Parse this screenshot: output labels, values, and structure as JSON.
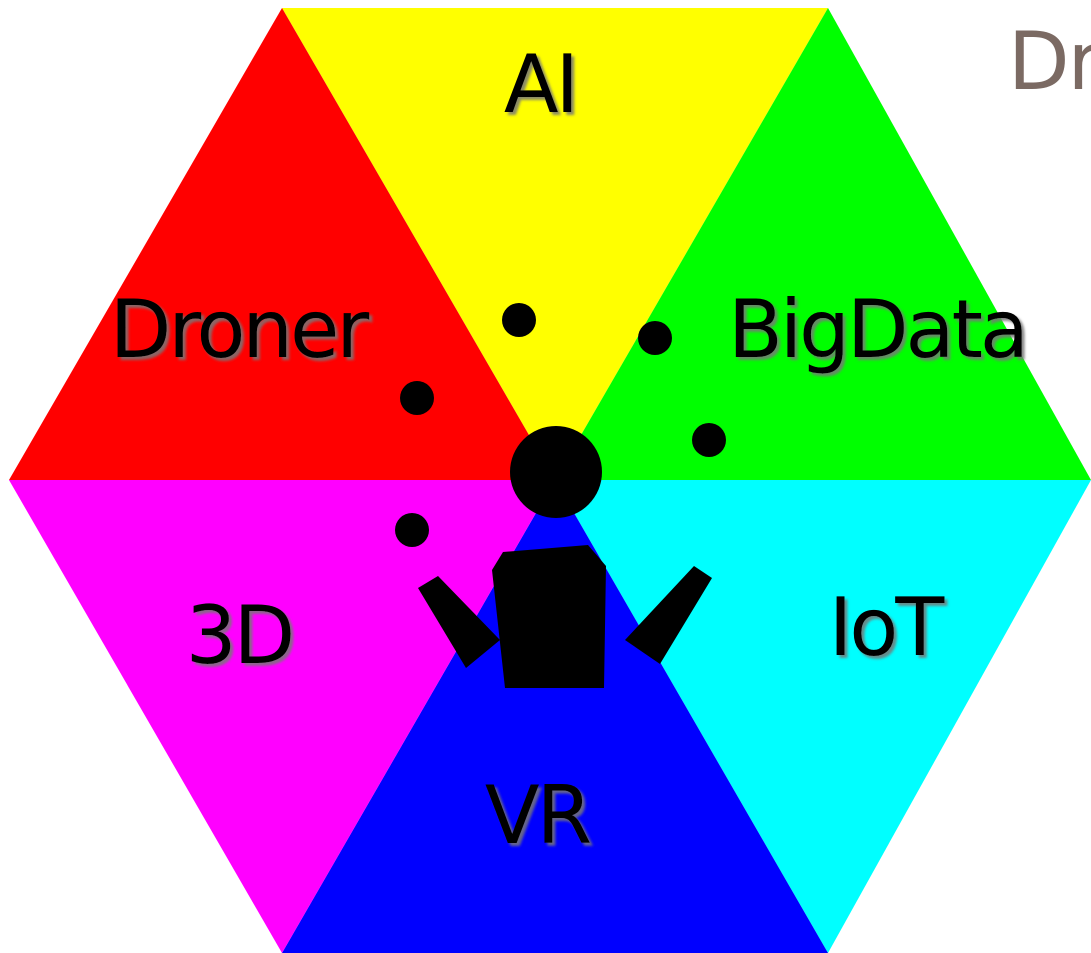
{
  "heading": {
    "text": "Dr",
    "color": "#7b6a63"
  },
  "diagram": {
    "segments": [
      {
        "id": "ai",
        "label": "AI",
        "color": "#ffff00"
      },
      {
        "id": "bigdata",
        "label": "BigData",
        "color": "#00ff00"
      },
      {
        "id": "iot",
        "label": "IoT",
        "color": "#00ffff"
      },
      {
        "id": "vr",
        "label": "VR",
        "color": "#0000ff"
      },
      {
        "id": "3d",
        "label": "3D",
        "color": "#ff00ff"
      },
      {
        "id": "droner",
        "label": "Droner",
        "color": "#ff0000"
      }
    ],
    "center_icon": "person-shrugging-icon",
    "thought_dots_count": 5,
    "text_color": "#000000",
    "text_shadow_color": "#777777"
  }
}
